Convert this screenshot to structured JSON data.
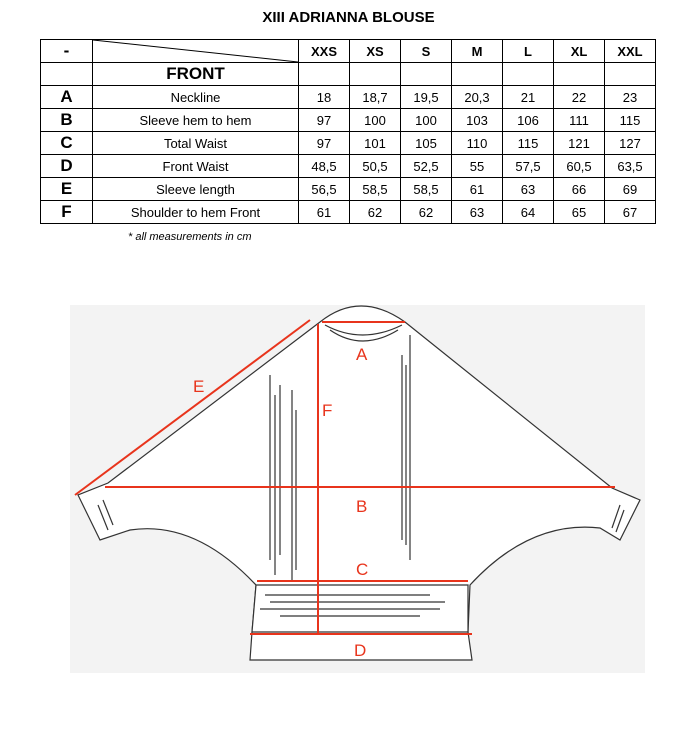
{
  "title": "XIII ADRIANNA BLOUSE",
  "table": {
    "corner": "-",
    "section": "FRONT",
    "sizes": [
      "XXS",
      "XS",
      "S",
      "M",
      "L",
      "XL",
      "XXL"
    ],
    "rows": [
      {
        "letter": "A",
        "label": "Neckline",
        "values": [
          "18",
          "18,7",
          "19,5",
          "20,3",
          "21",
          "22",
          "23"
        ]
      },
      {
        "letter": "B",
        "label": "Sleeve hem to hem",
        "values": [
          "97",
          "100",
          "100",
          "103",
          "106",
          "111",
          "115"
        ]
      },
      {
        "letter": "C",
        "label": "Total Waist",
        "values": [
          "97",
          "101",
          "105",
          "110",
          "115",
          "121",
          "127"
        ]
      },
      {
        "letter": "D",
        "label": "Front Waist",
        "values": [
          "48,5",
          "50,5",
          "52,5",
          "55",
          "57,5",
          "60,5",
          "63,5"
        ]
      },
      {
        "letter": "E",
        "label": "Sleeve length",
        "values": [
          "56,5",
          "58,5",
          "58,5",
          "61",
          "63",
          "66",
          "69"
        ]
      },
      {
        "letter": "F",
        "label": "Shoulder to hem Front",
        "values": [
          "61",
          "62",
          "62",
          "63",
          "64",
          "65",
          "67"
        ]
      }
    ]
  },
  "note": "* all measurements in cm",
  "diagram": {
    "labels": {
      "A": "A",
      "B": "B",
      "C": "C",
      "D": "D",
      "E": "E",
      "F": "F"
    },
    "accent": "#e8341c"
  }
}
